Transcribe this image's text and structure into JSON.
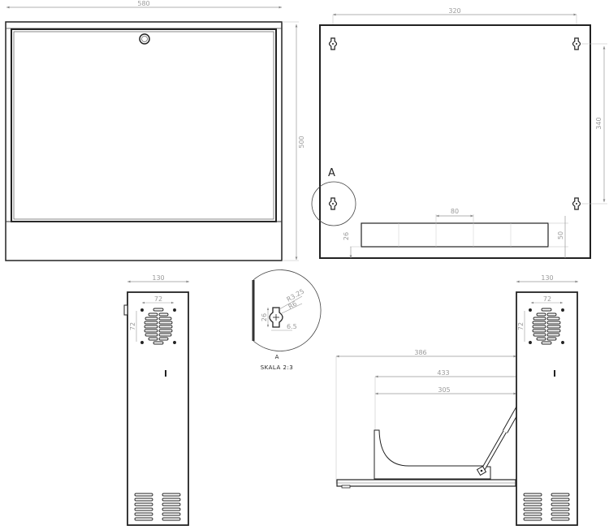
{
  "drawing": {
    "front_view": {
      "width_label": "580",
      "height_label": "500"
    },
    "back_view": {
      "hole_spacing_label": "320",
      "hole_vertical_label": "340",
      "slot_width_label": "80",
      "bottom_offset_label": "26",
      "bottom_plate_height_label": "50",
      "detail_marker": "A"
    },
    "side_view_left": {
      "depth_label": "130",
      "vent_width_label": "72",
      "vent_height_label": "72"
    },
    "side_view_right": {
      "depth_label": "130",
      "vent_width_label": "72",
      "vent_height_label": "72"
    },
    "open_side_view": {
      "overall_label": "386",
      "tray_outer_label": "433",
      "tray_inner_label": "305"
    },
    "detail_a": {
      "radius_outer_label": "R3.25",
      "radius_inner_label": "R6",
      "height_label": "26",
      "width_label": "6.5",
      "name": "A",
      "scale": "SKALA 2:3"
    }
  }
}
